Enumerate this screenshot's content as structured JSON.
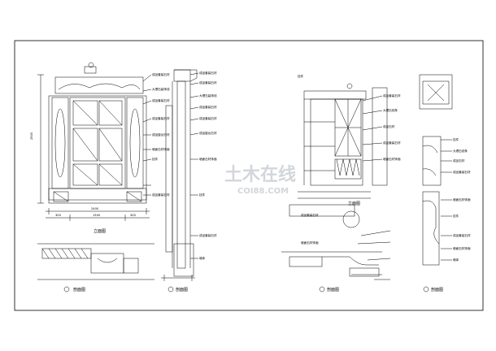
{
  "drawing": {
    "frame_color": "#000000",
    "line_color": "#000000",
    "watermark_color": "#c9ccd2",
    "views": [
      {
        "id": "elevation_a",
        "title": "立面图"
      },
      {
        "id": "section_1",
        "title": "剖面图"
      },
      {
        "id": "section_2",
        "title": "剖面图"
      },
      {
        "id": "elevation_b",
        "title": "立面图"
      },
      {
        "id": "section_3",
        "title": "剖面图"
      },
      {
        "id": "section_4",
        "title": "剖面图"
      }
    ],
    "dims": {
      "height_total": "2500",
      "width_total": "2400",
      "width_segment_1": "300",
      "width_segment_2": "1500",
      "width_segment_3": "300"
    },
    "notes_left": [
      "成品套装石材",
      "大理石装饰线",
      "成品套装石材",
      "成品套装石材",
      "成品窗台石材",
      "墙面石材饰面",
      "挂件",
      "成品套装石材"
    ],
    "notes_mid": [
      "成品套装石材",
      "成品套装石材",
      "大理石装饰线",
      "成品套装石材",
      "成品套装石材",
      "成品窗台石材",
      "墙面石材饰面",
      "挂件",
      "成品套装石材",
      "墙体"
    ],
    "notes_right_a": [
      "挂件",
      "成品套装石材",
      "大理石线条",
      "成品石材",
      "成品套装石材",
      "墙面石材饰面",
      "成品套装石材",
      "墙面石材饰面"
    ],
    "notes_right_b": [
      "挂件",
      "大理石线条",
      "成品石材",
      "成品套装石材",
      "墙面石材饰面",
      "挂件",
      "成品套装石材",
      "墙面石材饰面",
      "墙体"
    ],
    "watermark": {
      "main": "土木在线",
      "sub": "COI88.COM"
    }
  }
}
